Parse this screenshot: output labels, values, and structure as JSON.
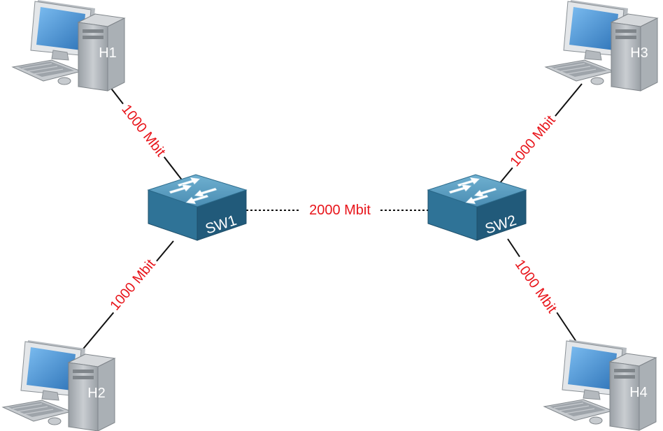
{
  "hosts": {
    "h1": {
      "label": "H1"
    },
    "h2": {
      "label": "H2"
    },
    "h3": {
      "label": "H3"
    },
    "h4": {
      "label": "H4"
    }
  },
  "switches": {
    "sw1": {
      "label": "SW1"
    },
    "sw2": {
      "label": "SW2"
    }
  },
  "links": {
    "h1_sw1": {
      "label": "1000 Mbit"
    },
    "h2_sw1": {
      "label": "1000 Mbit"
    },
    "sw1_sw2": {
      "label": "2000 Mbit",
      "style": "dotted"
    },
    "h3_sw2": {
      "label": "1000 Mbit"
    },
    "sw2_h4": {
      "label": "1000 Mbit"
    }
  },
  "colors": {
    "link_label": "#e8141a",
    "switch_top": "#5a9fc2",
    "switch_front": "#2c6b8c",
    "monitor_screen": "#4f97d9",
    "computer_body": "#d6d9dc"
  },
  "icons": {
    "host": "desktop-computer-icon",
    "switch": "network-switch-icon"
  }
}
